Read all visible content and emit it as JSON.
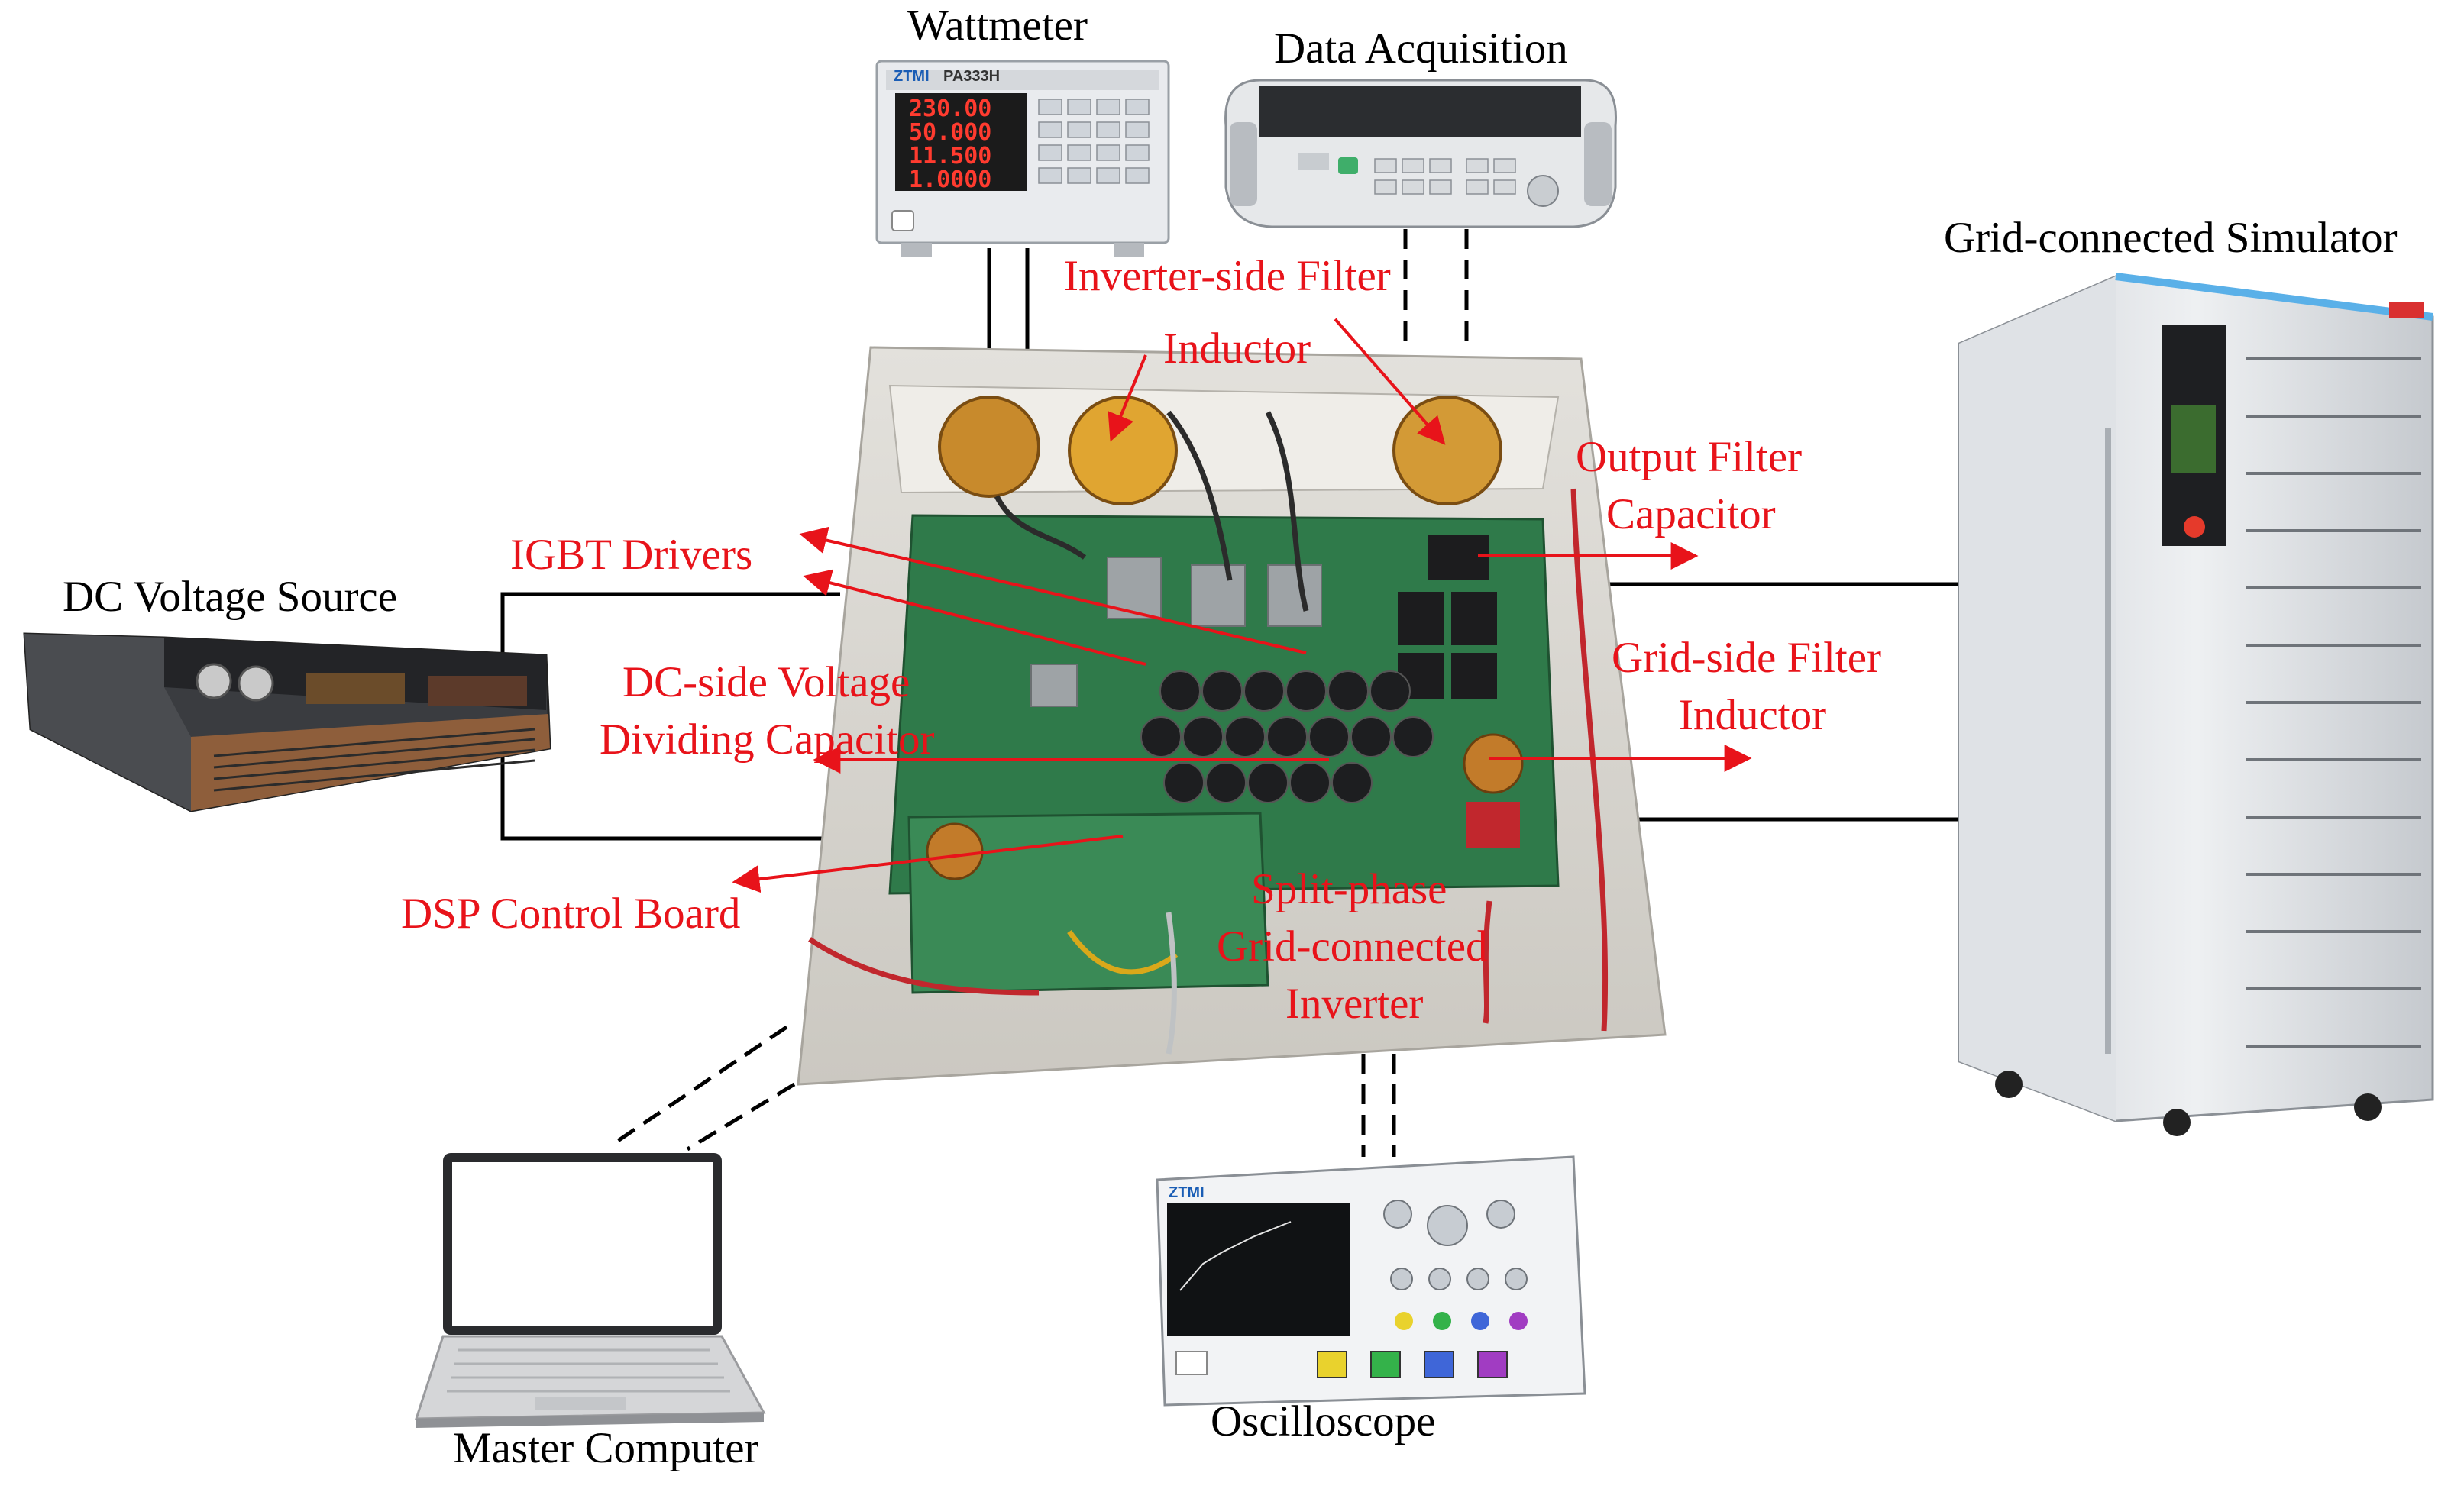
{
  "labels": {
    "wattmeter": "Wattmeter",
    "data_acquisition": "Data Acquisition",
    "grid_simulator": "Grid-connected Simulator",
    "dc_source": "DC Voltage Source",
    "master_computer": "Master Computer",
    "oscilloscope": "Oscilloscope"
  },
  "annotations": {
    "inverter_filter_line1": "Inverter-side Filter",
    "inverter_filter_line2": "Inductor",
    "output_cap_line1": "Output Filter",
    "output_cap_line2": "Capacitor",
    "igbt": "IGBT Drivers",
    "dc_cap_line1": "DC-side Voltage",
    "dc_cap_line2": "Dividing Capacitor",
    "grid_filter_line1": "Grid-side Filter",
    "grid_filter_line2": "Inductor",
    "dsp": "DSP Control Board",
    "inverter_line1": "Split-phase",
    "inverter_line2": "Grid-connected",
    "inverter_line3": "Inverter"
  },
  "wattmeter_device": {
    "brand": "ZTMI",
    "model": "PA333H",
    "readings": [
      "230.00",
      "50.000",
      "11.500",
      "1.0000"
    ]
  },
  "oscilloscope_device": {
    "brand": "ZTMI"
  },
  "colors": {
    "annotation_red": "#e8131a",
    "label_black": "#000000",
    "pcb_green": "#2f7a4a",
    "enclosure_grey": "#d8d6d0"
  }
}
